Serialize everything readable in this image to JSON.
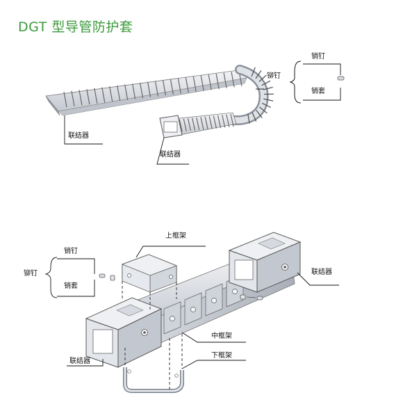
{
  "title": "DGT 型导管防护套",
  "labels": {
    "top_connector_left": "联结器",
    "top_connector_mid": "联结器",
    "top_rivet": "铆钉",
    "top_pin_nail": "销钉",
    "top_pin_sleeve": "销套",
    "bottom_rivet": "铆钉",
    "bottom_pin_nail": "销钉",
    "bottom_pin_sleeve": "销套",
    "upper_frame": "上框架",
    "middle_frame": "中框架",
    "lower_frame": "下框架",
    "connector_right": "联结器",
    "connector_left": "联结器"
  },
  "colors": {
    "title": "#3a9a3a",
    "line": "#111111",
    "part_fill": "#e8eaee",
    "part_shade": "#b9bec8"
  }
}
